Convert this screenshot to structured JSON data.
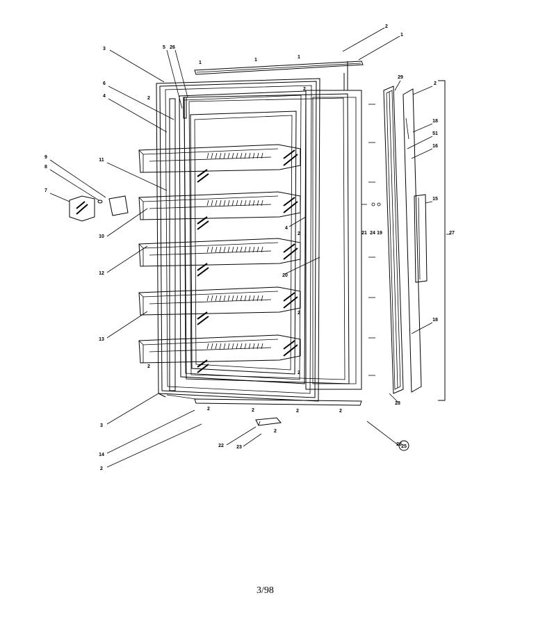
{
  "page": {
    "code": "3/98"
  },
  "part_labels": [
    "1",
    "2",
    "3",
    "4",
    "5",
    "6",
    "7",
    "8",
    "9",
    "10",
    "11",
    "12",
    "13",
    "14",
    "15",
    "16",
    "18",
    "19",
    "20",
    "21",
    "22",
    "23",
    "25",
    "26",
    "27",
    "28",
    "29",
    "51",
    "24"
  ],
  "door_shelves": 5
}
